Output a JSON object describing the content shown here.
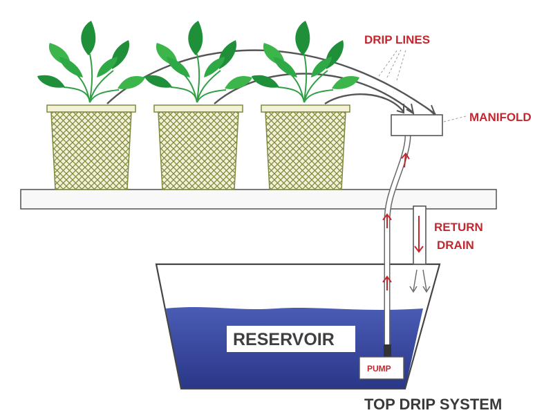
{
  "title": "TOP DRIP SYSTEM",
  "labels": {
    "drip_lines": "DRIP LINES",
    "manifold": "MANIFOLD",
    "return": "RETURN",
    "drain": "DRAIN",
    "reservoir": "RESERVOIR",
    "pump": "PUMP"
  },
  "icons": [
    "plant-icon",
    "net-pot-icon",
    "manifold-icon",
    "pump-icon",
    "flow-arrow-icon"
  ],
  "colors": {
    "label_red": "#c4262e",
    "water_dark": "#2b3a8f",
    "water_light": "#4a5cb5",
    "leaf_dark": "#1f8f3a",
    "leaf_light": "#3cb54a",
    "pot_mesh": "#7d8a3c",
    "tube": "#666666"
  },
  "plants": [
    {
      "name": "plant-1"
    },
    {
      "name": "plant-2"
    },
    {
      "name": "plant-3"
    }
  ]
}
